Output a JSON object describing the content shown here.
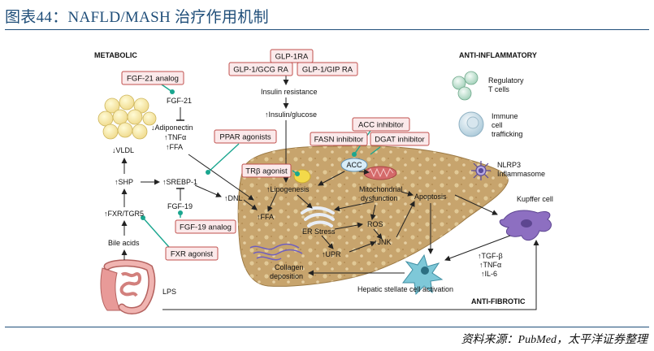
{
  "header": {
    "title": "图表44：NAFLD/MASH 治疗作用机制"
  },
  "footer": {
    "source": "资料来源：PubMed，太平洋证券整理"
  },
  "sections": {
    "metabolic": "METABOLIC",
    "anti_inflammatory": "ANTI-INFLAMMATORY",
    "anti_fibrotic": "ANTI-FIBROTIC"
  },
  "drugs": {
    "glp1ra": "GLP-1RA",
    "glp1_gcg": "GLP-1/GCG RA",
    "glp1_gip": "GLP-1/GIP RA",
    "fgf21_analog": "FGF-21 analog",
    "ppar": "PPAR agonists",
    "acc_inhibitor": "ACC inhibitor",
    "fasn_inhibitor": "FASN inhibitor",
    "dgat_inhibitor": "DGAT inhibitor",
    "thr_agonist": "TRβ agonist",
    "fgf19_analog": "FGF-19 analog",
    "fxr_agonist": "FXR agonist"
  },
  "nodes": {
    "fgf21": "FGF-21",
    "adiponectin": "↓Adiponectin",
    "tnfa": "↑TNFα",
    "ffa_top": "↑FFA",
    "vldl": "↓VLDL",
    "shp": "↑SHP",
    "srebp": "↑SREBP-1",
    "dnl": "↑DNL",
    "fgf19": "FGF-19",
    "fxr_tgr5": "↑FXR/TGR5",
    "bile_acids": "Bile acids",
    "lps": "LPS",
    "insulin_resistance": "Insulin resistance",
    "insulin_glucose": "↑Insulin/glucose",
    "acc": "ACC",
    "lipogenesis": "↑Lipogenesis",
    "ffa_liver": "↑FFA",
    "mito_1": "Mitochondrial",
    "mito_2": "dysfunction",
    "er_stress": "ER Stress",
    "ros": "ROS",
    "upr": "↑UPR",
    "jnk": "↑JNK",
    "apoptosis": "Apoptosis",
    "collagen_1": "Collagen",
    "collagen_2": "deposition",
    "hsc_activation": "Hepatic stellate cell activation",
    "treg_1": "Regulatory",
    "treg_2": "T cells",
    "immune_1": "Immune",
    "immune_2": "cell",
    "immune_3": "trafficking",
    "nlrp3_1": "NLRP3",
    "nlrp3_2": "Inflammasome",
    "kupffer": "Kupffer cell",
    "tgfb": "↑TGF-β",
    "tnfa_2": "↑TNFα",
    "il6": "↑IL-6"
  },
  "colors": {
    "title": "#1f4e79",
    "tag_border": "#c0504d",
    "tag_fill": "#fbe9ea",
    "connector": "#1aa68f",
    "liver": "#c7a46d",
    "acc_fill": "#d8ecf7",
    "kupffer": "#7b5ea7"
  },
  "icons": [
    "adipocyte-cluster-icon",
    "liver-icon",
    "intestine-icon",
    "treg-cell-icon",
    "immune-cell-icon",
    "inflammasome-icon",
    "kupffer-cell-icon",
    "stellate-cell-icon",
    "mitochondria-icon",
    "er-icon",
    "lipid-droplet-icon",
    "collagen-fiber-icon"
  ]
}
